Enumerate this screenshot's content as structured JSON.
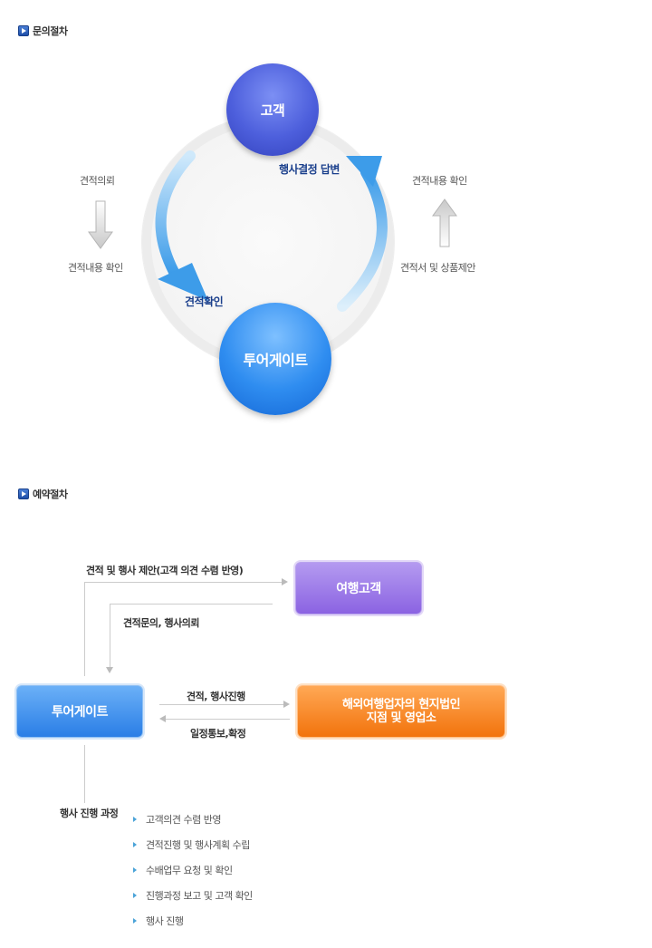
{
  "inquiry": {
    "header": "문의절차",
    "customer": "고객",
    "tour_gate": "투어게이트",
    "left_top": "견적의뢰",
    "left_bottom": "견적내용 확인",
    "right_top": "견적내용 확인",
    "right_bottom": "견적서 및 상품제안",
    "arc_right_label": "행사결정 답변",
    "arc_left_label": "견적확인"
  },
  "reservation": {
    "header": "예약절차",
    "travel_customer": "여행고객",
    "tour_gate": "투어게이트",
    "partner_line1": "해외여행업자의 현지법인",
    "partner_line2": "지점 및 영업소",
    "to_customer": "견적 및 행사 제안(고객 의견 수렴 반영)",
    "from_customer": "견적문의, 행사의뢰",
    "to_partner": "견적, 행사진행",
    "from_partner": "일정통보,확정",
    "process_title": "행사 진행 과정",
    "process_steps": [
      "고객의견 수렴 반영",
      "견적진행 및 행사계획 수립",
      "수배업무 요청 및 확인",
      "진행과정 보고 및 고객 확인",
      "행사 진행"
    ]
  }
}
